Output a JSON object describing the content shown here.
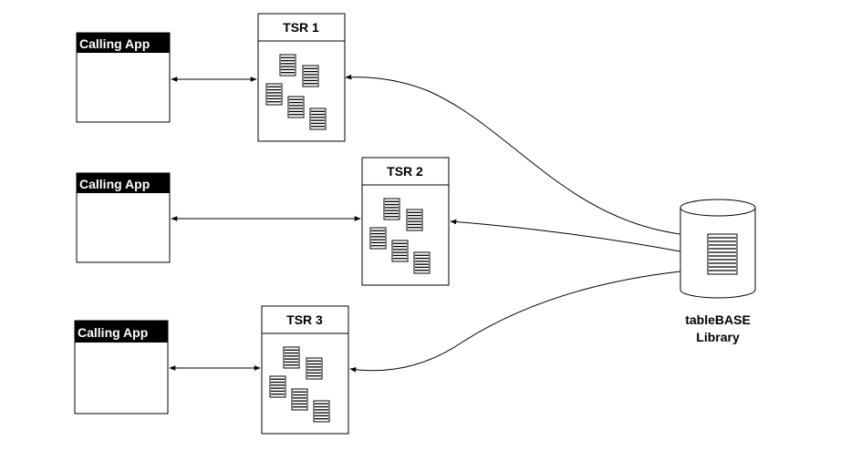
{
  "calling_apps": [
    {
      "label": "Calling App"
    },
    {
      "label": "Calling App"
    },
    {
      "label": "Calling App"
    }
  ],
  "tsrs": [
    {
      "label": "TSR  1"
    },
    {
      "label": "TSR  2"
    },
    {
      "label": "TSR  3"
    }
  ],
  "library": {
    "label_line1": "tableBASE",
    "label_line2": "Library"
  }
}
